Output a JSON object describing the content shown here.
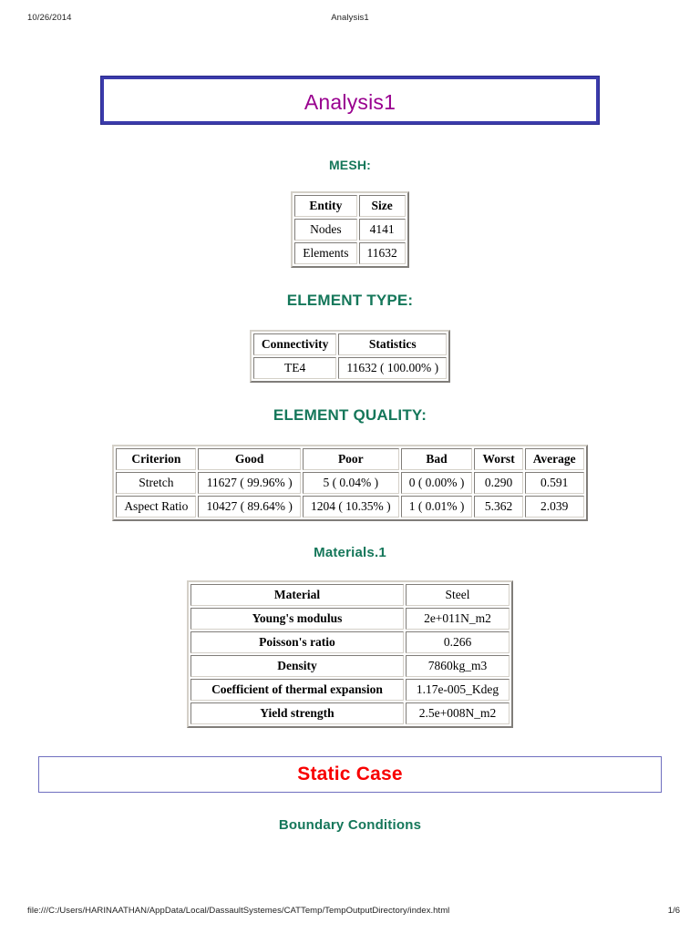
{
  "print_header": {
    "date": "10/26/2014",
    "title": "Analysis1"
  },
  "print_footer": {
    "url": "file:///C:/Users/HARINAATHAN/AppData/Local/DassaultSystemes/CATTemp/TempOutputDirectory/index.html",
    "page": "1/6"
  },
  "banners": {
    "analysis_title": "Analysis1",
    "static_case_title": "Static Case"
  },
  "sections": {
    "mesh": "MESH:",
    "element_type": "ELEMENT TYPE:",
    "element_quality": "ELEMENT QUALITY:",
    "materials": "Materials.1",
    "boundary_conditions": "Boundary Conditions"
  },
  "mesh_table": {
    "headers": [
      "Entity",
      "Size"
    ],
    "rows": [
      [
        "Nodes",
        "4141"
      ],
      [
        "Elements",
        "11632"
      ]
    ]
  },
  "element_type_table": {
    "headers": [
      "Connectivity",
      "Statistics"
    ],
    "rows": [
      [
        "TE4",
        "11632 ( 100.00% )"
      ]
    ]
  },
  "element_quality_table": {
    "headers": [
      "Criterion",
      "Good",
      "Poor",
      "Bad",
      "Worst",
      "Average"
    ],
    "rows": [
      [
        "Stretch",
        "11627 ( 99.96% )",
        "5 ( 0.04% )",
        "0 ( 0.00% )",
        "0.290",
        "0.591"
      ],
      [
        "Aspect Ratio",
        "10427 ( 89.64% )",
        "1204 ( 10.35% )",
        "1 ( 0.01% )",
        "5.362",
        "2.039"
      ]
    ]
  },
  "material_table": {
    "rows": [
      [
        "Material",
        "Steel"
      ],
      [
        "Young's modulus",
        "2e+011N_m2"
      ],
      [
        "Poisson's ratio",
        "0.266"
      ],
      [
        "Density",
        "7860kg_m3"
      ],
      [
        "Coefficient of thermal expansion",
        "1.17e-005_Kdeg"
      ],
      [
        "Yield strength",
        "2.5e+008N_m2"
      ]
    ]
  },
  "colors": {
    "analysis_title_text": "#99008f",
    "analysis_title_border": "#3b3bab",
    "section_heading": "#15775a",
    "static_case_text": "#f80000",
    "static_case_border": "#6f6fbf"
  }
}
